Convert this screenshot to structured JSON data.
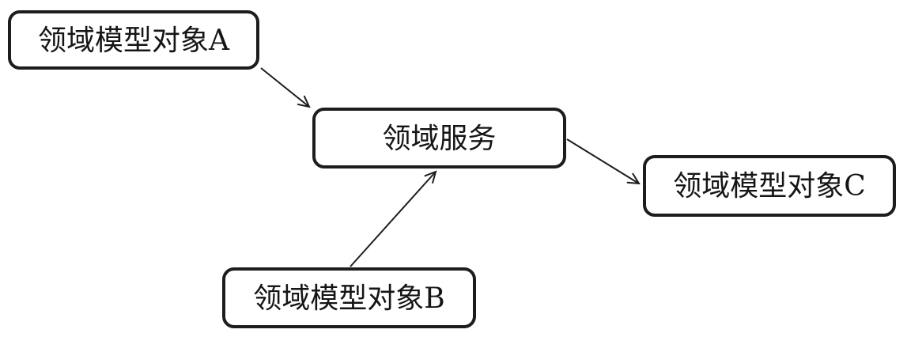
{
  "diagram": {
    "type": "flow-diagram",
    "background_color": "#ffffff",
    "node_border_color": "#1d1d1f",
    "arrow_color": "#1d1d1f",
    "text_color": "#151515",
    "nodes": [
      {
        "id": "domain-model-a",
        "label": "领域模型对象A"
      },
      {
        "id": "domain-service",
        "label": "领域服务"
      },
      {
        "id": "domain-model-b",
        "label": "领域模型对象B"
      },
      {
        "id": "domain-model-c",
        "label": "领域模型对象C"
      }
    ],
    "edges": [
      {
        "from": "domain-model-a",
        "to": "domain-service"
      },
      {
        "from": "domain-model-b",
        "to": "domain-service"
      },
      {
        "from": "domain-service",
        "to": "domain-model-c"
      }
    ]
  }
}
